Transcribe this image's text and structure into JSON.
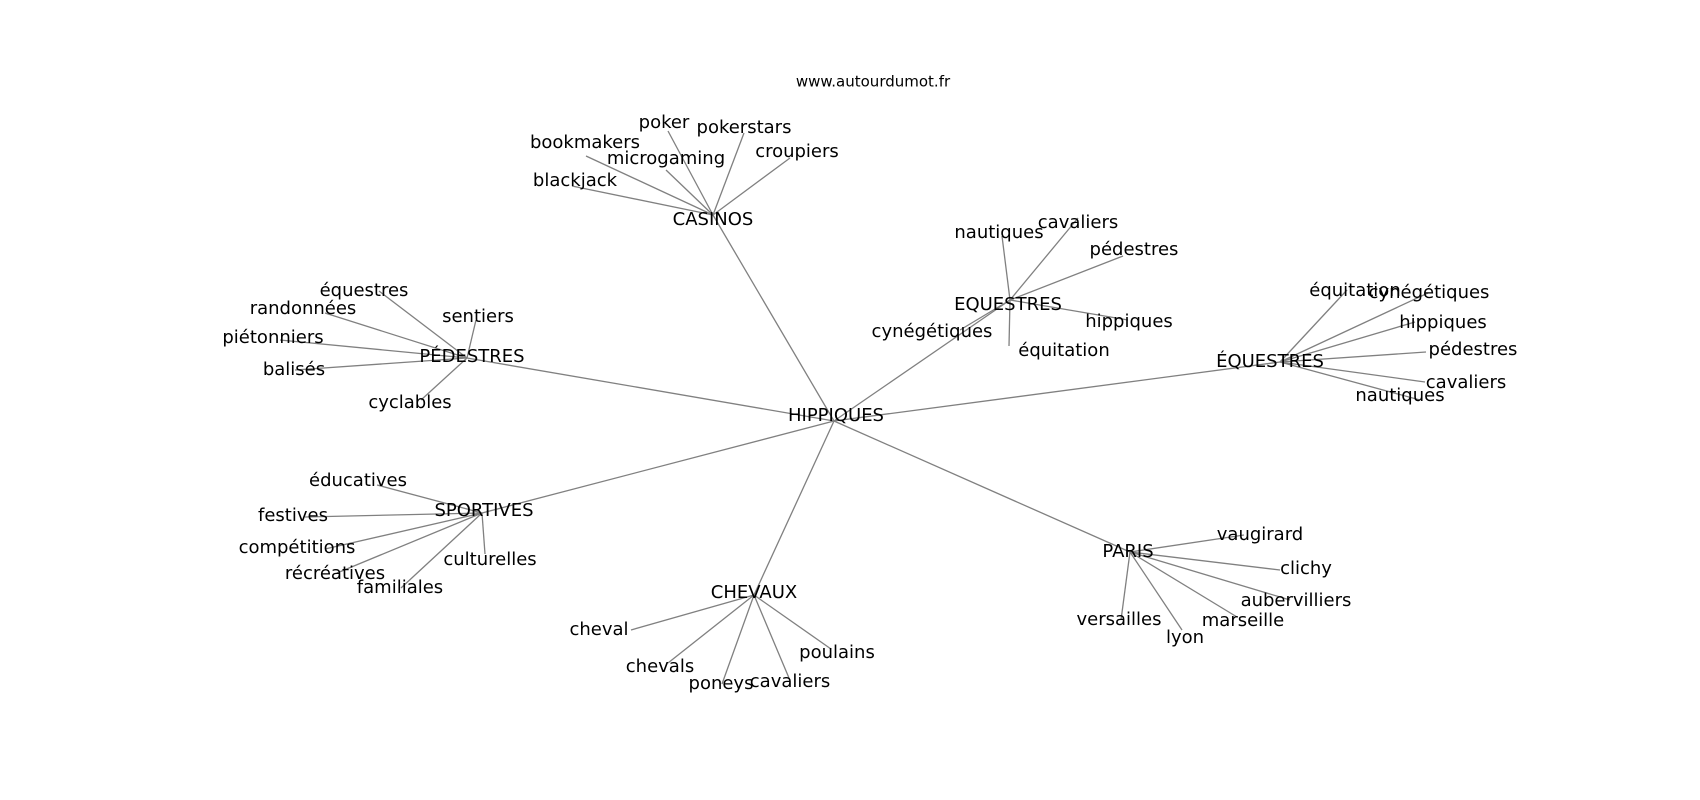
{
  "site": "www.autourdumot.fr",
  "root": "HIPPIQUES",
  "clusters": [
    {
      "hub": "CASINOS",
      "leaves": [
        "poker",
        "pokerstars",
        "bookmakers",
        "microgaming",
        "croupiers",
        "blackjack"
      ]
    },
    {
      "hub": "EQUESTRES",
      "leaves": [
        "nautiques",
        "cavaliers",
        "pédestres",
        "hippiques",
        "cynégétiques",
        "équitation"
      ]
    },
    {
      "hub": "ÉQUESTRES",
      "leaves": [
        "équitation",
        "cynégétiques",
        "hippiques",
        "pédestres",
        "cavaliers",
        "nautiques"
      ]
    },
    {
      "hub": "PÉDESTRES",
      "leaves": [
        "équestres",
        "randonnées",
        "sentiers",
        "piétonniers",
        "balisés",
        "cyclables"
      ]
    },
    {
      "hub": "SPORTIVES",
      "leaves": [
        "éducatives",
        "festives",
        "compétitions",
        "culturelles",
        "récréatives",
        "familiales"
      ]
    },
    {
      "hub": "CHEVAUX",
      "leaves": [
        "cheval",
        "poulains",
        "chevals",
        "cavaliers",
        "poneys"
      ]
    },
    {
      "hub": "PARIS",
      "leaves": [
        "vaugirard",
        "clichy",
        "aubervilliers",
        "versailles",
        "marseille",
        "lyon"
      ]
    }
  ]
}
